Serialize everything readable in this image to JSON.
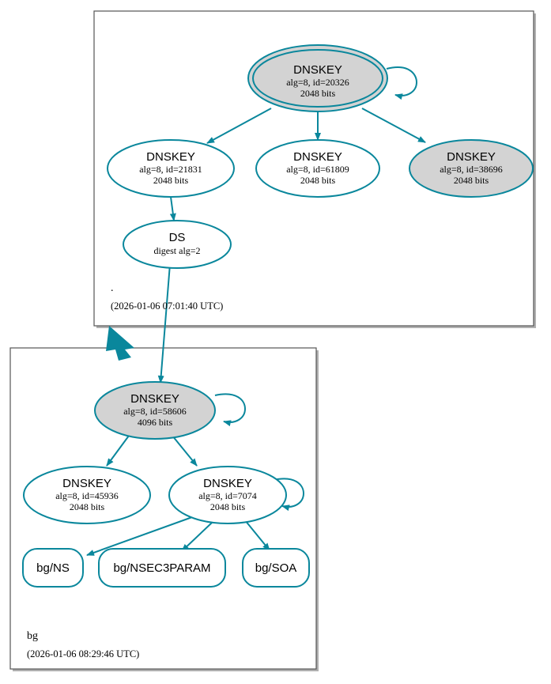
{
  "diagram": {
    "type": "dnssec-authentication-chain",
    "accent_color": "#0a879c",
    "secure_fill": "#d3d3d3",
    "plain_fill": "#ffffff",
    "box_stroke": "#555555"
  },
  "zones": [
    {
      "id": "root",
      "name": ".",
      "timestamp": "(2026-01-06 07:01:40 UTC)",
      "nodes": [
        {
          "id": "ksk20326",
          "shape": "doubleellipse",
          "fill": "secure",
          "title": "DNSKEY",
          "line2": "alg=8, id=20326",
          "line3": "2048 bits",
          "self_signed": true
        },
        {
          "id": "zsk21831",
          "shape": "ellipse",
          "fill": "plain",
          "title": "DNSKEY",
          "line2": "alg=8, id=21831",
          "line3": "2048 bits",
          "self_signed": false
        },
        {
          "id": "zsk61809",
          "shape": "ellipse",
          "fill": "plain",
          "title": "DNSKEY",
          "line2": "alg=8, id=61809",
          "line3": "2048 bits",
          "self_signed": false
        },
        {
          "id": "zsk38696",
          "shape": "ellipse",
          "fill": "secure",
          "title": "DNSKEY",
          "line2": "alg=8, id=38696",
          "line3": "2048 bits",
          "self_signed": false
        },
        {
          "id": "ds",
          "shape": "ellipse",
          "fill": "plain",
          "title": "DS",
          "line2": "digest alg=2",
          "line3": "",
          "self_signed": false
        }
      ]
    },
    {
      "id": "bg",
      "name": "bg",
      "timestamp": "(2026-01-06 08:29:46 UTC)",
      "nodes": [
        {
          "id": "ksk58606",
          "shape": "ellipse",
          "fill": "secure",
          "title": "DNSKEY",
          "line2": "alg=8, id=58606",
          "line3": "4096 bits",
          "self_signed": true
        },
        {
          "id": "zsk45936",
          "shape": "ellipse",
          "fill": "plain",
          "title": "DNSKEY",
          "line2": "alg=8, id=45936",
          "line3": "2048 bits",
          "self_signed": false
        },
        {
          "id": "zsk7074",
          "shape": "ellipse",
          "fill": "plain",
          "title": "DNSKEY",
          "line2": "alg=8, id=7074",
          "line3": "2048 bits",
          "self_signed": true
        },
        {
          "id": "rr_ns",
          "shape": "rect",
          "fill": "plain",
          "title": "bg/NS",
          "line2": "",
          "line3": "",
          "self_signed": false
        },
        {
          "id": "rr_nsec3param",
          "shape": "rect",
          "fill": "plain",
          "title": "bg/NSEC3PARAM",
          "line2": "",
          "line3": "",
          "self_signed": false
        },
        {
          "id": "rr_soa",
          "shape": "rect",
          "fill": "plain",
          "title": "bg/SOA",
          "line2": "",
          "line3": "",
          "self_signed": false
        }
      ]
    }
  ],
  "labels": {
    "root_zone_name": ".",
    "root_zone_time": "(2026-01-06 07:01:40 UTC)",
    "bg_zone_name": "bg",
    "bg_zone_time": "(2026-01-06 08:29:46 UTC)",
    "n1_title": "DNSKEY",
    "n1_l2": "alg=8, id=20326",
    "n1_l3": "2048 bits",
    "n2_title": "DNSKEY",
    "n2_l2": "alg=8, id=21831",
    "n2_l3": "2048 bits",
    "n3_title": "DNSKEY",
    "n3_l2": "alg=8, id=61809",
    "n3_l3": "2048 bits",
    "n4_title": "DNSKEY",
    "n4_l2": "alg=8, id=38696",
    "n4_l3": "2048 bits",
    "n5_title": "DS",
    "n5_l2": "digest alg=2",
    "n6_title": "DNSKEY",
    "n6_l2": "alg=8, id=58606",
    "n6_l3": "4096 bits",
    "n7_title": "DNSKEY",
    "n7_l2": "alg=8, id=45936",
    "n7_l3": "2048 bits",
    "n8_title": "DNSKEY",
    "n8_l2": "alg=8, id=7074",
    "n8_l3": "2048 bits",
    "n9_title": "bg/NS",
    "n10_title": "bg/NSEC3PARAM",
    "n11_title": "bg/SOA"
  }
}
